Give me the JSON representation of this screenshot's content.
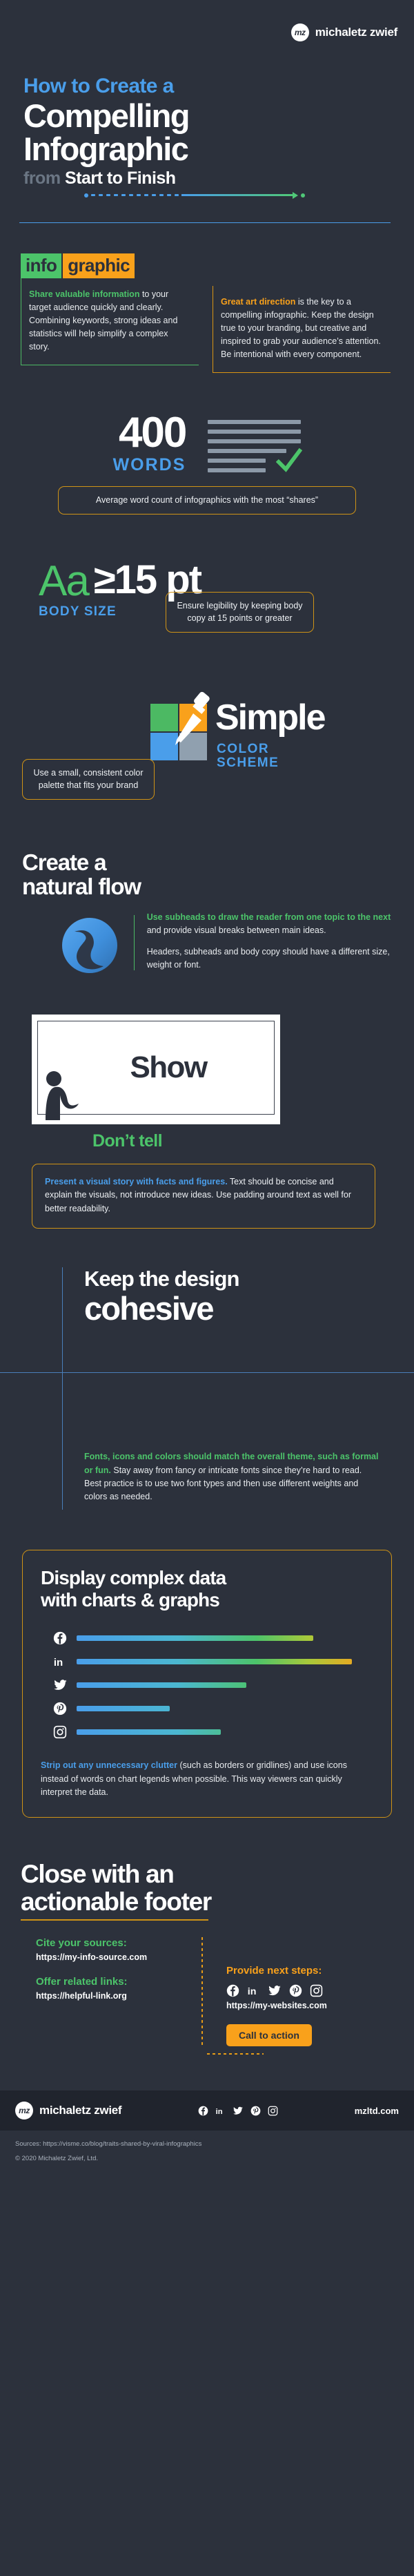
{
  "brand": {
    "mark": "mz",
    "name": "michaletz zwief"
  },
  "hero": {
    "line1": "How to Create a",
    "line2": "Compelling",
    "line3": "Infographic",
    "line4_muted": "from",
    "line4_rest": "Start to Finish"
  },
  "infographic": {
    "tag_info": "info",
    "tag_graphic": "graphic",
    "left_keyword": "Share valuable information",
    "left_body": " to your target audience quickly and clearly. Combining keywords, strong ideas and statistics will help simplify a complex story.",
    "right_keyword": "Great art direction",
    "right_body": " is the key to a compelling infographic. Keep the design true to your branding, but creative and inspired to grab your audience’s attention. Be intentional with every component."
  },
  "words": {
    "number": "400",
    "label": "WORDS",
    "note": "Average word count of infographics with the most “shares”"
  },
  "bodysize": {
    "aa": "Aa",
    "value": "≥15 pt",
    "label": "BODY SIZE",
    "note": "Ensure legibility by keeping body copy at 15 points or greater"
  },
  "simple": {
    "word": "Simple",
    "sub_line1": "COLOR",
    "sub_line2": "SCHEME",
    "note": "Use a small, consistent color palette that fits your brand"
  },
  "flow": {
    "title_line1": "Create a",
    "title_line2": "natural flow",
    "keyword": "Use subheads to draw the reader from one topic to the next",
    "body1": " and provide visual breaks between main ideas.",
    "body2": "Headers, subheads and body copy should have a different size, weight or font."
  },
  "show": {
    "board_word": "Show",
    "caption": "Don’t tell",
    "note_keyword": "Present a visual story with facts and figures.",
    "note_body": " Text should be concise and explain the visuals, not introduce new ideas. Use padding around text as well for better readability."
  },
  "cohesive": {
    "title_line1": "Keep the design",
    "title_line2": "cohesive",
    "keyword": "Fonts, icons and colors should match the overall theme, such as formal or fun.",
    "body": " Stay away from fancy or intricate fonts since they’re hard to read. Best practice is to use two font types and then use different weights and colors as needed."
  },
  "chart_card": {
    "title_line1": "Display complex data",
    "title_line2": "with charts & graphs",
    "foot_keyword": "Strip out any unnecessary clutter",
    "foot_body": " (such as borders or gridlines) and use icons instead of words on chart legends when possible. This way viewers can quickly interpret the data."
  },
  "chart_data": {
    "type": "bar",
    "orientation": "horizontal",
    "title": "Display complex data with charts & graphs",
    "categories": [
      "facebook",
      "linkedin",
      "twitter",
      "pinterest",
      "instagram"
    ],
    "category_icons": [
      "facebook-icon",
      "linkedin-icon",
      "twitter-icon",
      "pinterest-icon",
      "instagram-icon"
    ],
    "values": [
      87,
      100,
      62,
      34,
      53
    ],
    "xlabel": "",
    "ylabel": "",
    "xlim": [
      0,
      100
    ],
    "grid": false,
    "legend": "none",
    "bar_gradient": [
      "#4a9eea",
      "#4cc46a",
      "#f9a11b"
    ]
  },
  "close": {
    "title_line1": "Close with an",
    "title_line2": "actionable footer",
    "sources_label": "Cite your sources:",
    "sources_url": "https://my-info-source.com",
    "links_label": "Offer related links:",
    "links_url": "https://helpful-link.org",
    "next_label": "Provide next steps:",
    "next_url": "https://my-websites.com",
    "cta": "Call to action",
    "socials": [
      "facebook-icon",
      "linkedin-icon",
      "twitter-icon",
      "pinterest-icon",
      "instagram-icon"
    ]
  },
  "bottom": {
    "mark": "mz",
    "name": "michaletz zwief",
    "socials": [
      "facebook-icon",
      "linkedin-icon",
      "twitter-icon",
      "pinterest-icon",
      "instagram-icon"
    ],
    "url": "mzltd.com",
    "sources": "Sources: https://visme.co/blog/traits-shared-by-viral-infographics",
    "copyright": "© 2020 Michaletz Zwief, Ltd."
  }
}
